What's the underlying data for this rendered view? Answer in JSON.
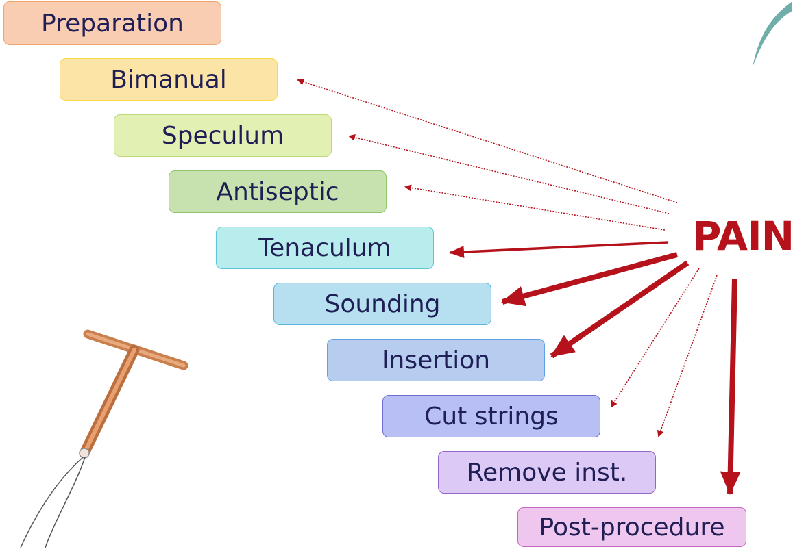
{
  "steps": [
    {
      "label": "Preparation",
      "fill": "#f9cdb1",
      "border": "#f0a36b"
    },
    {
      "label": "Bimanual",
      "fill": "#fce4a6",
      "border": "#f7d94a"
    },
    {
      "label": "Speculum",
      "fill": "#e3f0b4",
      "border": "#bcd97a"
    },
    {
      "label": "Antiseptic",
      "fill": "#c7e2ae",
      "border": "#92c46f"
    },
    {
      "label": "Tenaculum",
      "fill": "#b9ecec",
      "border": "#5fc7d4"
    },
    {
      "label": "Sounding",
      "fill": "#b6dff0",
      "border": "#5ab4de"
    },
    {
      "label": "Insertion",
      "fill": "#b7cdef",
      "border": "#5fa1e3"
    },
    {
      "label": "Cut strings",
      "fill": "#b7bff4",
      "border": "#6f6fd2"
    },
    {
      "label": "Remove inst.",
      "fill": "#dcc9f5",
      "border": "#9466c9"
    },
    {
      "label": "Post-procedure",
      "fill": "#efc6ed",
      "border": "#c466c2"
    }
  ],
  "pain_label": "PAIN",
  "colors": {
    "arrow": "#b5121b",
    "text": "#1f1e55"
  },
  "arrows": [
    {
      "target": "Bimanual",
      "style": "dotted"
    },
    {
      "target": "Speculum",
      "style": "dotted"
    },
    {
      "target": "Antiseptic",
      "style": "dotted"
    },
    {
      "target": "Tenaculum",
      "style": "solid-thin"
    },
    {
      "target": "Sounding",
      "style": "solid-thick"
    },
    {
      "target": "Insertion",
      "style": "solid-thick"
    },
    {
      "target": "Cut strings",
      "style": "dotted"
    },
    {
      "target": "Remove inst.",
      "style": "dotted"
    },
    {
      "target": "Post-procedure",
      "style": "solid-thick"
    }
  ]
}
